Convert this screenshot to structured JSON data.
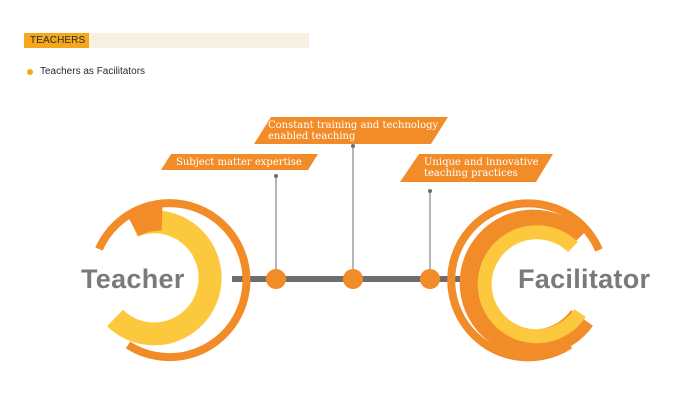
{
  "header": {
    "tag": "TEACHERS"
  },
  "bullet": {
    "text": "Teachers as Facilitators"
  },
  "diagram": {
    "left_label": "Teacher",
    "right_label": "Facilitator",
    "points": [
      {
        "label_line1": "Subject matter expertise",
        "label_line2": ""
      },
      {
        "label_line1": "Constant training and technology",
        "label_line2": "enabled teaching"
      },
      {
        "label_line1": "Unique and innovative",
        "label_line2": "teaching practices"
      }
    ]
  },
  "colors": {
    "accent": "#f5a81c",
    "orange": "#f28c28",
    "yellow": "#fcc93e",
    "gray": "#7a7a7a",
    "bar": "#6d6d6d"
  }
}
